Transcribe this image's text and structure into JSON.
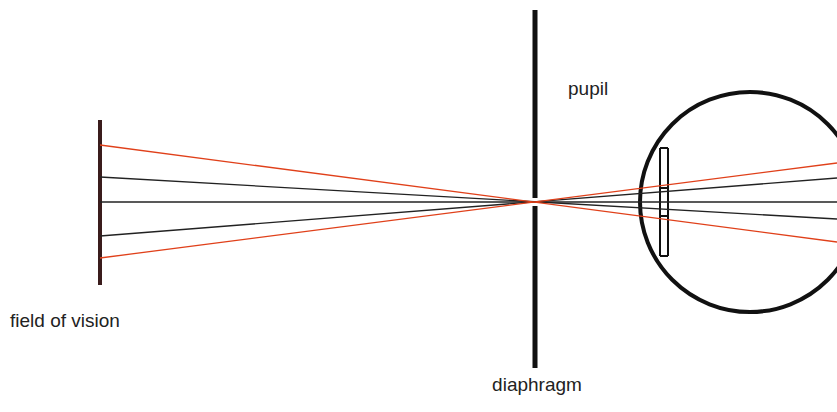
{
  "diagram": {
    "labels": [
      "pupil",
      "field of vision",
      "diaphragm"
    ]
  }
}
